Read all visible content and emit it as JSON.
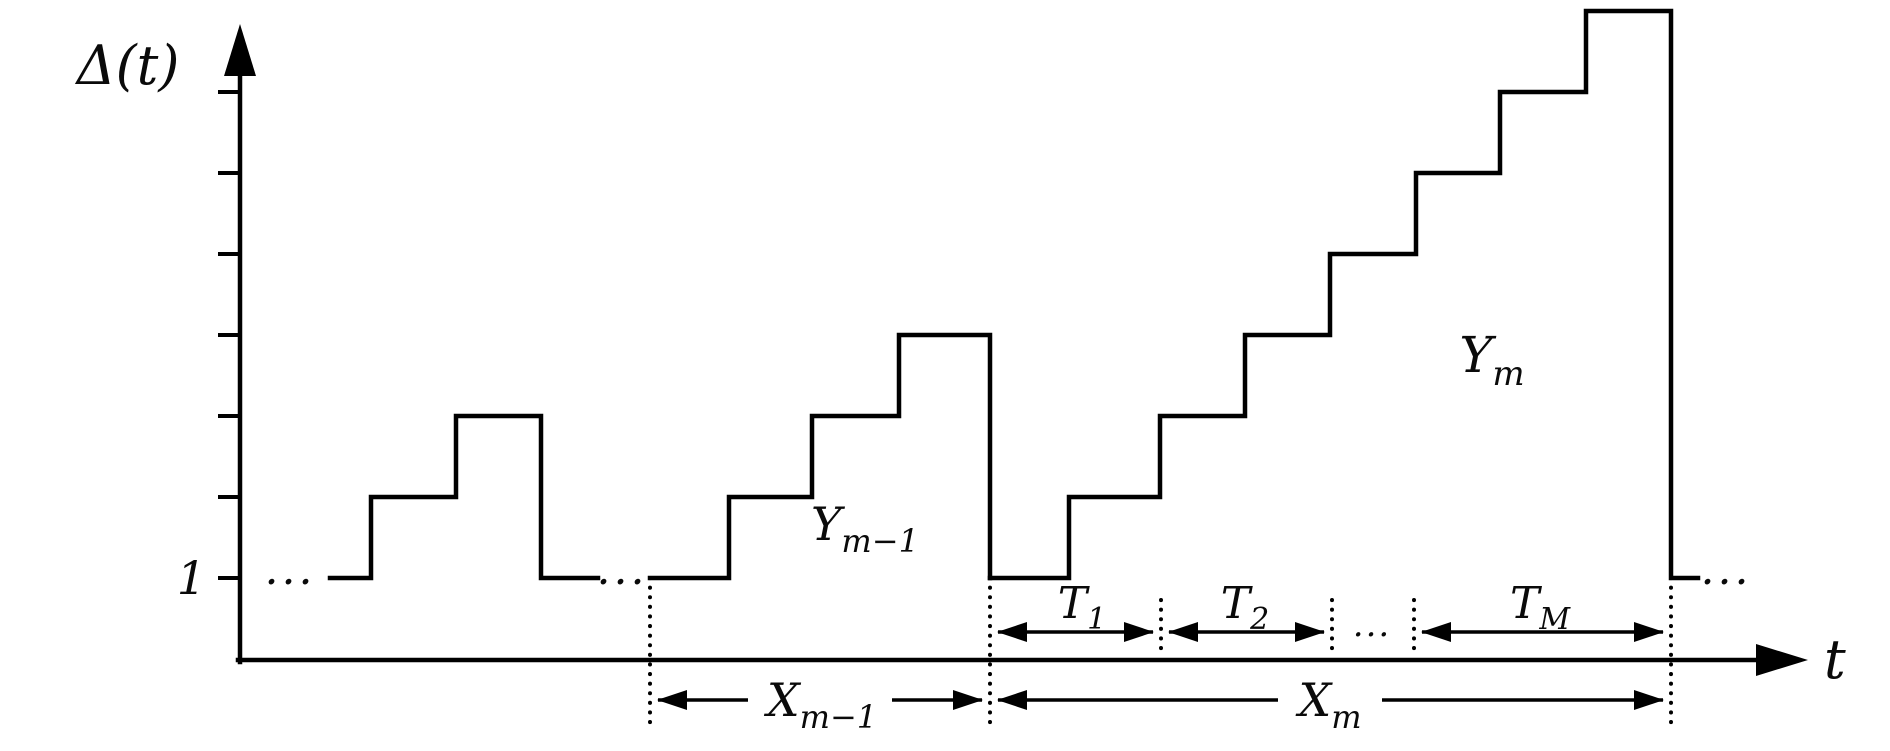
{
  "figure": {
    "background": "#ffffff",
    "ink_color": "#000000",
    "y_axis_label": "Δ(t)",
    "x_axis_label": "t",
    "level_one_label": "1",
    "ellipsis_left": "...",
    "ellipsis_mid": "...",
    "ellipsis_right": "...",
    "labels": {
      "y_prev": {
        "base": "Y",
        "sub": "m−1"
      },
      "y_cur": {
        "base": "Y",
        "sub": "m"
      },
      "t1": {
        "base": "T",
        "sub": "1"
      },
      "t2": {
        "base": "T",
        "sub": "2"
      },
      "t_ellipsis": "...",
      "tM": {
        "base": "T",
        "sub": "M"
      },
      "x_prev": {
        "base": "X",
        "sub": "m−1"
      },
      "x_cur": {
        "base": "X",
        "sub": "m"
      }
    }
  }
}
